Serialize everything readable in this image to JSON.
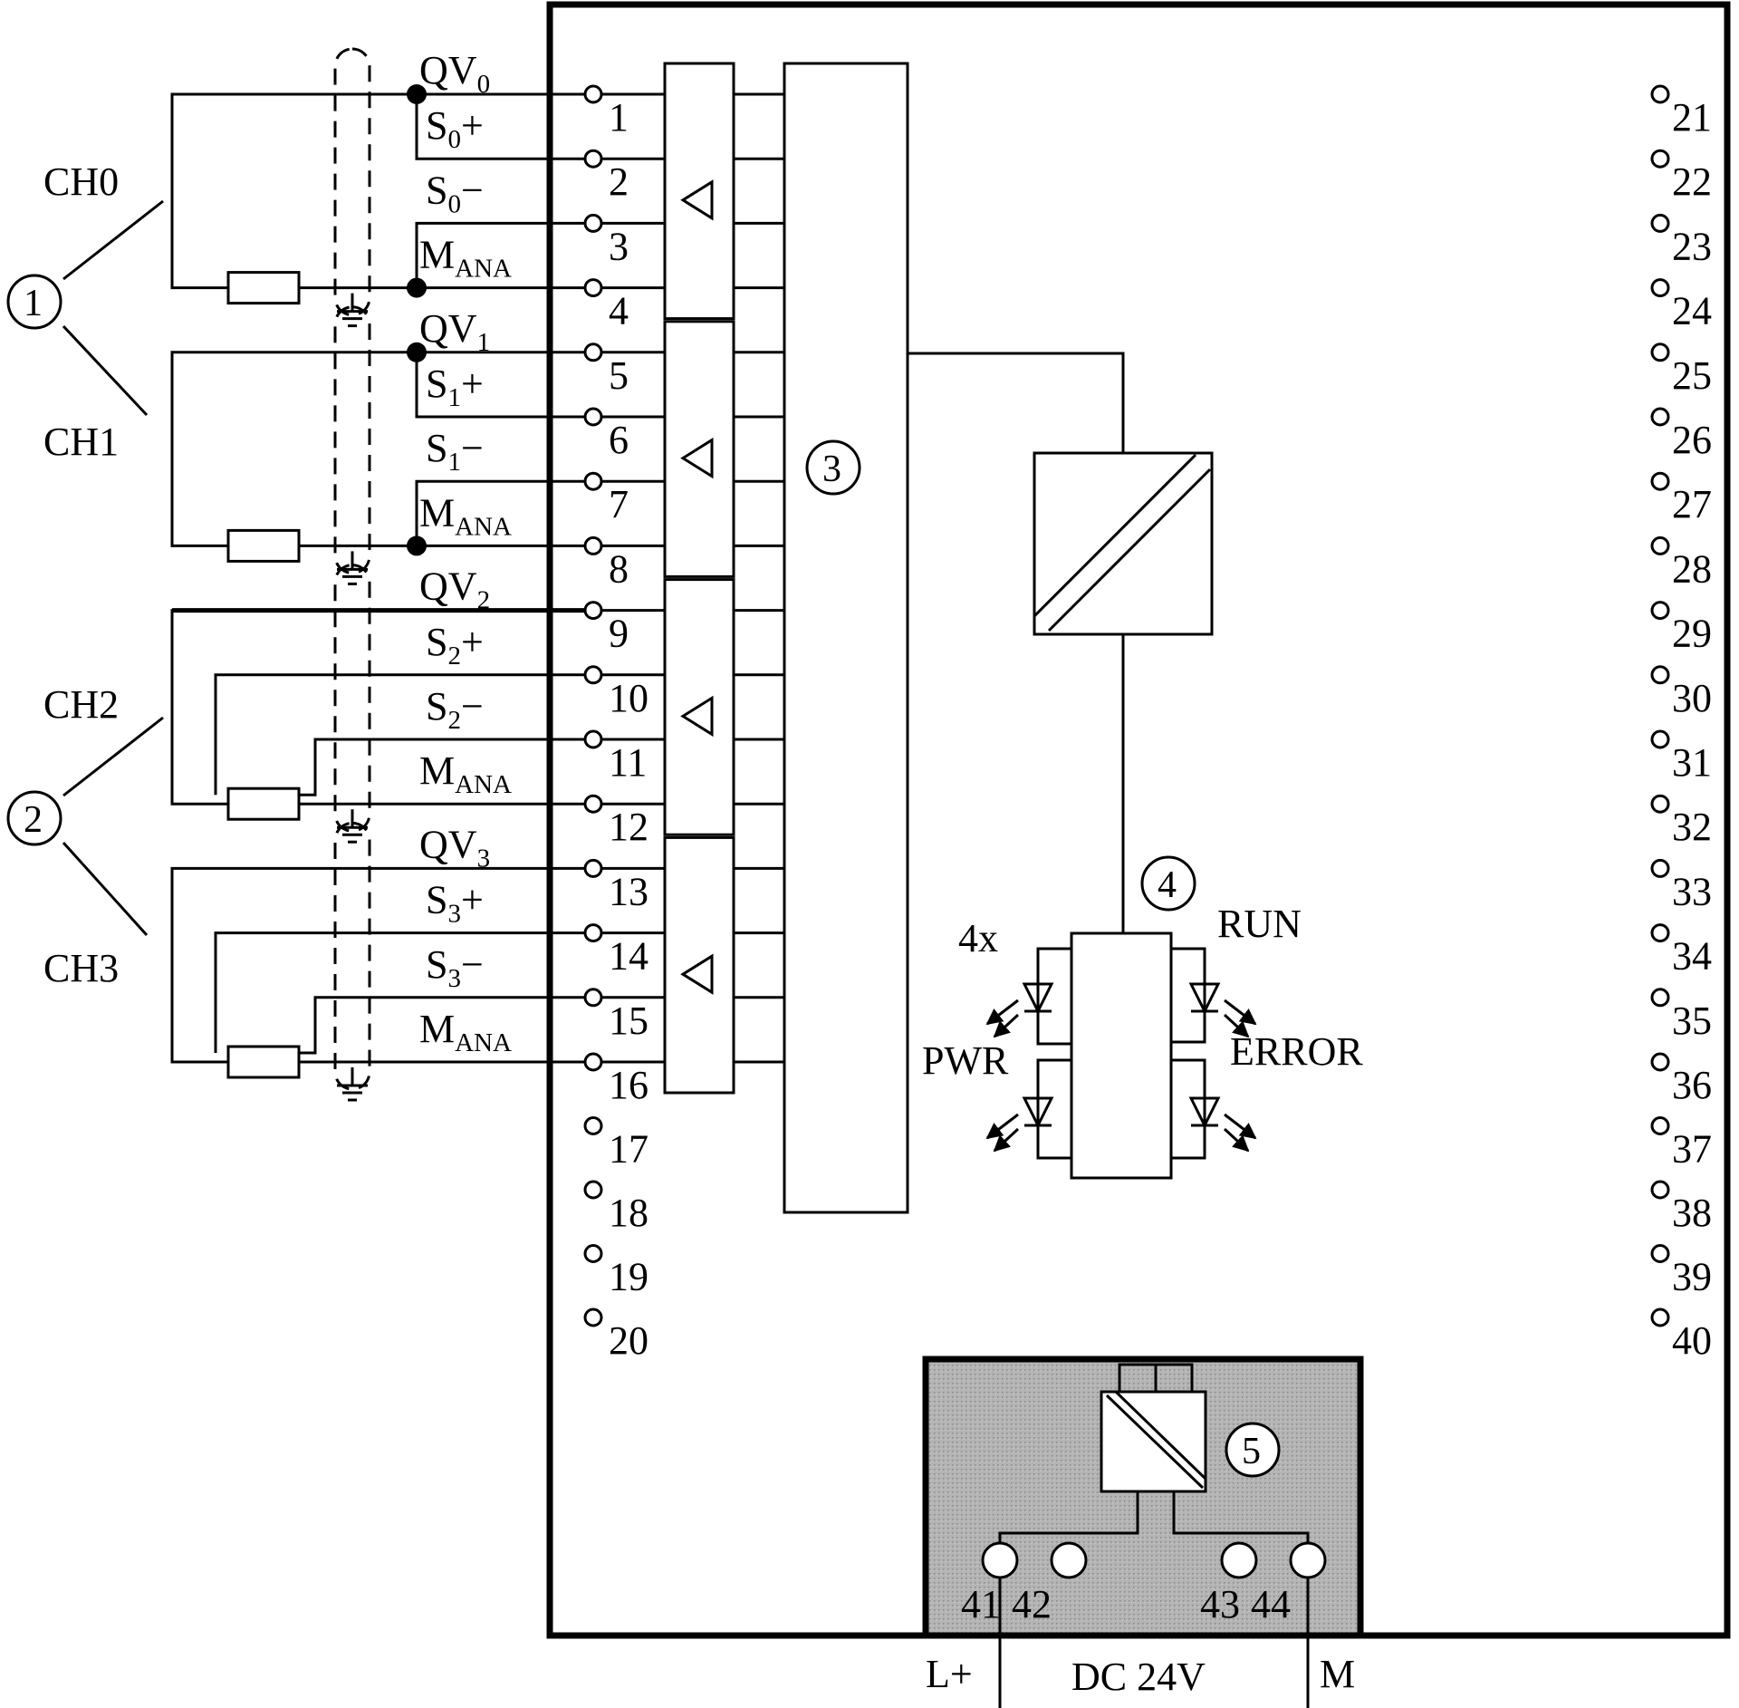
{
  "channels": [
    {
      "label": "CH0",
      "qv_base": "QV",
      "qv_sub": "0",
      "sp_base": "S",
      "sp_sub": "0",
      "sp_sign": "+",
      "sm_base": "S",
      "sm_sub": "0",
      "sm_sign": "−",
      "m_base": "M",
      "m_sub": "ANA"
    },
    {
      "label": "CH1",
      "qv_base": "QV",
      "qv_sub": "1",
      "sp_base": "S",
      "sp_sub": "1",
      "sp_sign": "+",
      "sm_base": "S",
      "sm_sub": "1",
      "sm_sign": "−",
      "m_base": "M",
      "m_sub": "ANA"
    },
    {
      "label": "CH2",
      "qv_base": "QV",
      "qv_sub": "2",
      "sp_base": "S",
      "sp_sub": "2",
      "sp_sign": "+",
      "sm_base": "S",
      "sm_sub": "2",
      "sm_sign": "−",
      "m_base": "M",
      "m_sub": "ANA"
    },
    {
      "label": "CH3",
      "qv_base": "QV",
      "qv_sub": "3",
      "sp_base": "S",
      "sp_sub": "3",
      "sp_sign": "+",
      "sm_base": "S",
      "sm_sub": "3",
      "sm_sign": "−",
      "m_base": "M",
      "m_sub": "ANA"
    }
  ],
  "callouts": [
    "1",
    "2",
    "3",
    "4",
    "5"
  ],
  "left_terminals": [
    "1",
    "2",
    "3",
    "4",
    "5",
    "6",
    "7",
    "8",
    "9",
    "10",
    "11",
    "12",
    "13",
    "14",
    "15",
    "16",
    "17",
    "18",
    "19",
    "20"
  ],
  "right_terminals": [
    "21",
    "22",
    "23",
    "24",
    "25",
    "26",
    "27",
    "28",
    "29",
    "30",
    "31",
    "32",
    "33",
    "34",
    "35",
    "36",
    "37",
    "38",
    "39",
    "40"
  ],
  "supply_terminals": [
    "41",
    "42",
    "43",
    "44"
  ],
  "leds": {
    "count": "4x",
    "pwr": "PWR",
    "run": "RUN",
    "error": "ERROR"
  },
  "supply": {
    "lplus": "L+",
    "voltage": "DC 24V",
    "m": "M"
  }
}
